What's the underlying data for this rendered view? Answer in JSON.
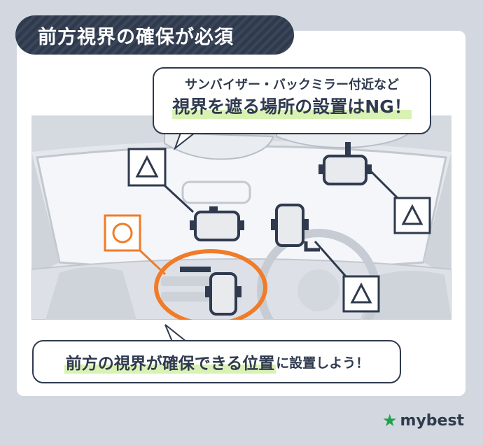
{
  "title": "前方視界の確保が必須",
  "callout_top": {
    "line1": "サンバイザー・バックミラー付近など",
    "line2": "視界を遮る場所の設置はNG！"
  },
  "callout_bottom": {
    "highlight": "前方の視界が確保できる位置",
    "rest": "に設置しよう！"
  },
  "brand": {
    "name": "mybest",
    "color": "#1fa24a"
  },
  "markers": {
    "ok_color": "#f07c2a",
    "ng_color": "#2f3a4e",
    "ok_icon": "circle-icon",
    "ng_icon": "triangle-icon"
  }
}
